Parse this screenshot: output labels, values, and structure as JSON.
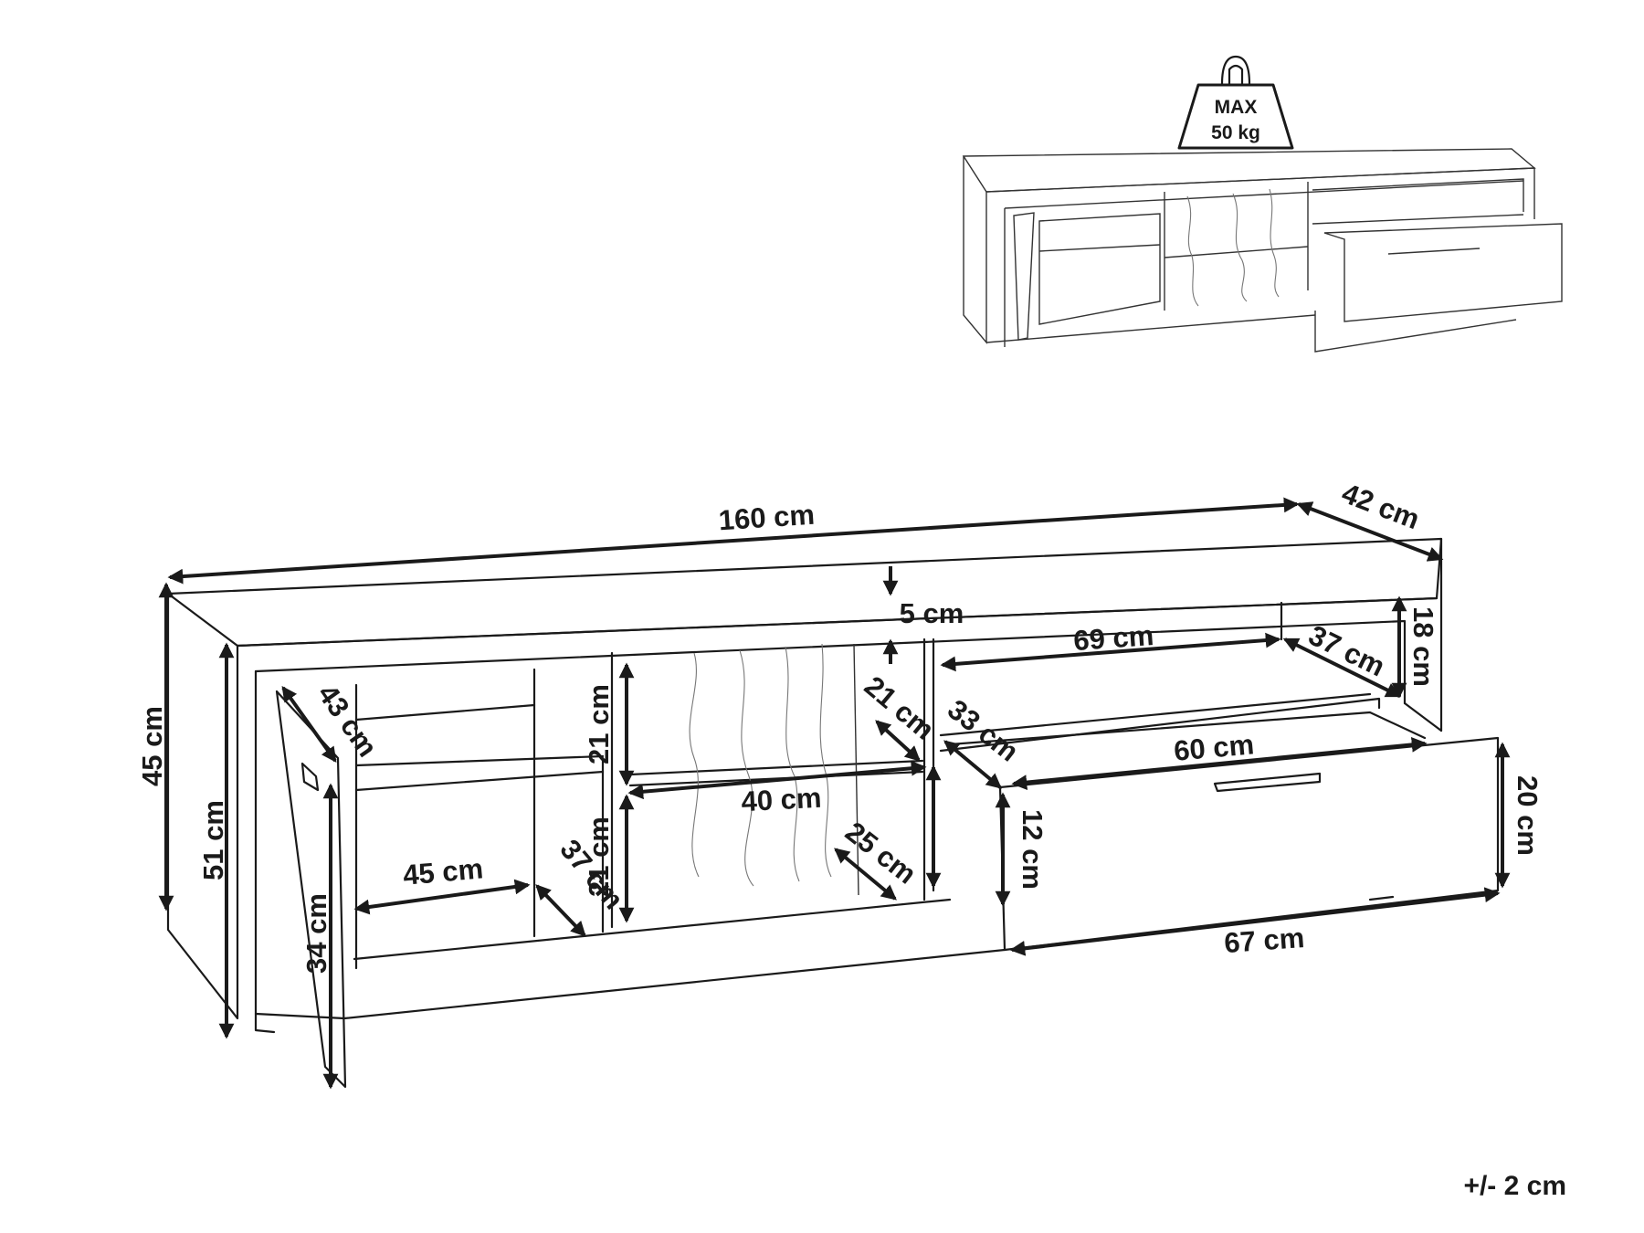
{
  "weight_badge": {
    "line1": "MAX",
    "line2": "50 kg"
  },
  "dimensions": {
    "total_width": "160 cm",
    "total_depth": "42 cm",
    "top_thickness": "5 cm",
    "total_height": "45 cm",
    "body_height": "51 cm",
    "door_depth": "43 cm",
    "door_height": "34 cm",
    "left_compartment_width": "45 cm",
    "left_compartment_depth": "37 cm",
    "middle_upper_height": "21 cm",
    "middle_lower_height": "21 cm",
    "middle_width": "40 cm",
    "middle_upper_depth": "21 cm",
    "middle_lower_depth": "25 cm",
    "right_open_width": "69 cm",
    "right_open_depth": "37 cm",
    "right_open_height": "18 cm",
    "drawer_side_depth": "33 cm",
    "drawer_inner_width": "60 cm",
    "drawer_inner_height": "12 cm",
    "drawer_front_height": "20 cm",
    "drawer_front_width": "67 cm"
  },
  "tolerance": "+/- 2 cm"
}
